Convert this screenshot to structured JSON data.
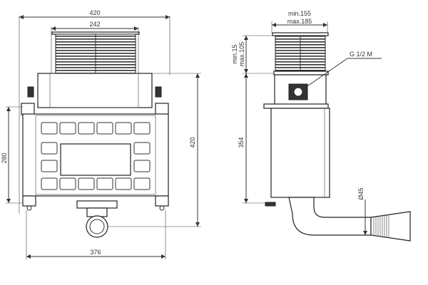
{
  "front_view": {
    "overall_width": "420",
    "grille_width": "242",
    "mount_height": "280",
    "overall_height": "420",
    "foot_spacing": "376"
  },
  "side_view": {
    "depth_min": "min.155",
    "depth_max": "max.185",
    "grille_offset_min": "min.15",
    "grille_offset_max": "max.105",
    "connection": "G 1/2 M",
    "body_height": "354",
    "pipe_diameter": "Ø45"
  },
  "colors": {
    "line": "#333333",
    "background": "#ffffff"
  }
}
